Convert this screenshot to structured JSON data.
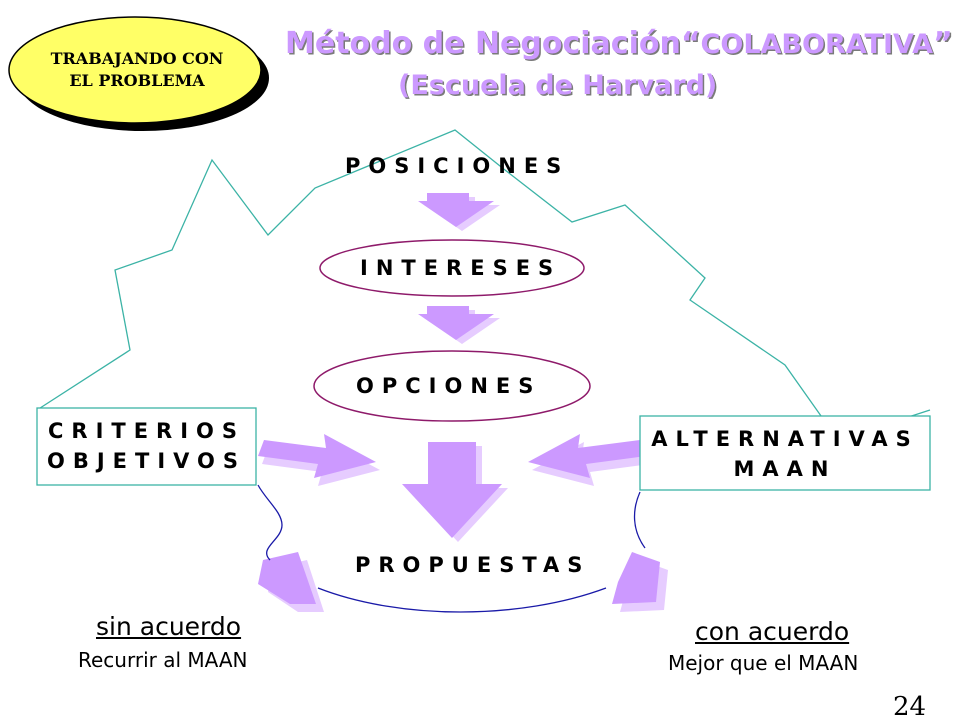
{
  "header": {
    "title_prefix": "Método de Negociación“",
    "title_emphasis": "COLABORATIVA",
    "title_suffix": "”",
    "subtitle": "(Escuela de Harvard)"
  },
  "badge": {
    "line1": "TRABAJANDO CON",
    "line2": "EL PROBLEMA"
  },
  "steps": {
    "posiciones": "POSICIONES",
    "intereses": "INTERESES",
    "opciones": "OPCIONES",
    "propuestas": "PROPUESTAS"
  },
  "criterios": {
    "line1": "CRITERIOS",
    "line2": "OBJETIVOS"
  },
  "alternativas": {
    "line1": "ALTERNATIVAS",
    "line2": "MAAN"
  },
  "outcome_left": {
    "heading": "sin acuerdo",
    "detail": "Recurrir al MAAN"
  },
  "outcome_right": {
    "heading": "con acuerdo",
    "detail": "Mejor que el MAAN"
  },
  "page_number": "24",
  "colors": {
    "arrow": "#cc99ff",
    "arrow_shadow": "#e6ccff",
    "outline": "#3cb3a6",
    "oval_stroke": "#8e1a6a",
    "badge_fill": "#ffff66",
    "curve": "#1a1aa8"
  }
}
